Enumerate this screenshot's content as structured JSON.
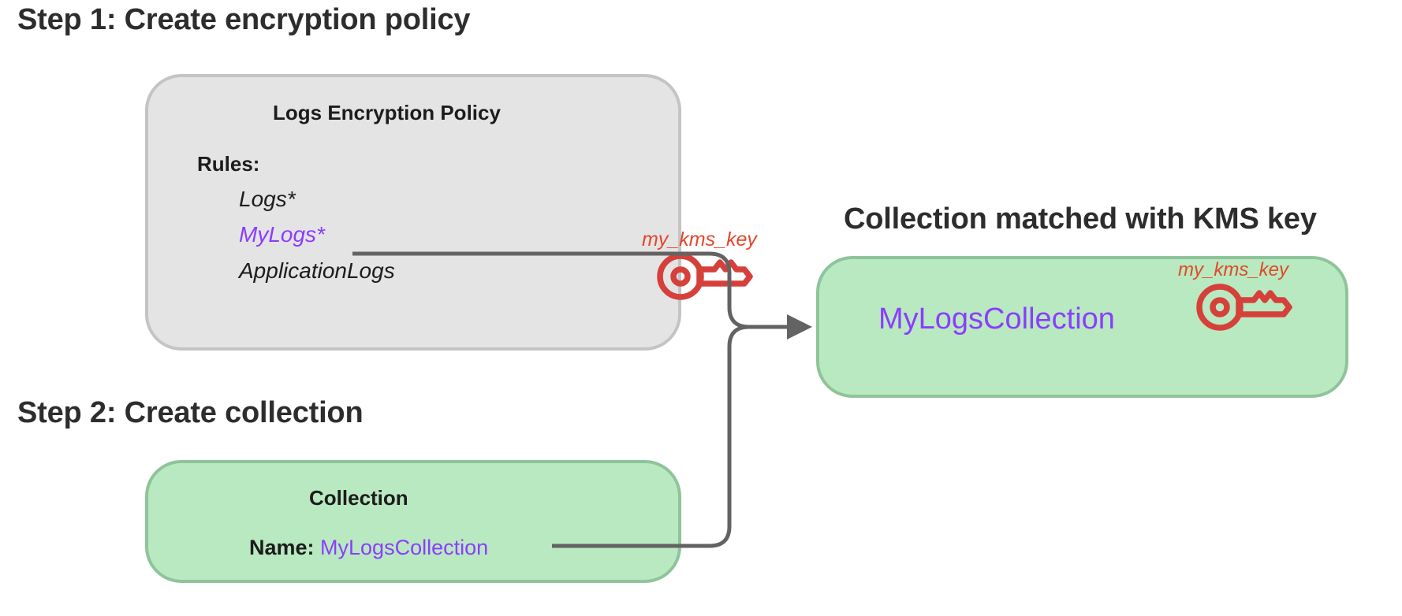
{
  "diagram": {
    "title_step1": "Step 1: Create encryption policy",
    "title_step2": "Step 2: Create collection",
    "title_match": "Collection matched with KMS key",
    "policy_box": {
      "title": "Logs Encryption Policy",
      "rules_label": "Rules:",
      "rules": [
        {
          "text": "Logs*",
          "highlight": false
        },
        {
          "text": "MyLogs*",
          "highlight": true
        },
        {
          "text": "ApplicationLogs",
          "highlight": false
        }
      ],
      "kms": {
        "label": "my_kms_key",
        "icon": "key-icon"
      }
    },
    "collection_box": {
      "title": "Collection",
      "name_label": "Name:",
      "name_value": "MyLogsCollection"
    },
    "matched_box": {
      "name_value": "MyLogsCollection",
      "kms": {
        "label": "my_kms_key",
        "icon": "key-icon"
      }
    },
    "connectors": [
      {
        "from": "MyLogs* rule",
        "to": "match arrow",
        "icon": "arrow-right-icon"
      },
      {
        "from": "MyLogsCollection name",
        "to": "match arrow",
        "icon": "arrow-right-icon"
      }
    ],
    "colors": {
      "heading": "#2d2d2d",
      "policy_fill": "#e4e4e4",
      "policy_stroke": "#c4c4c4",
      "green_fill": "#b9e9c0",
      "green_stroke": "#8fc49b",
      "purple": "#8b3dff",
      "kms_red": "#e2472a",
      "key_icon": "#d6403b",
      "connector": "#636363"
    }
  }
}
